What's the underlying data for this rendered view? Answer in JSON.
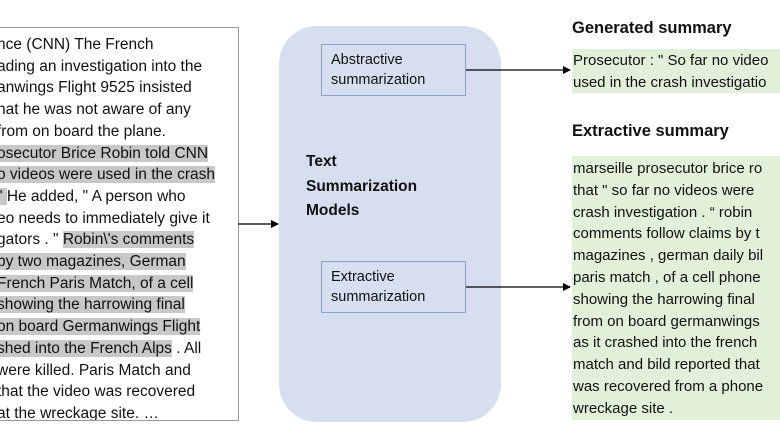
{
  "source_text": {
    "lines": [
      {
        "segments": [
          {
            "t": "nce (CNN) The French",
            "hl": false
          }
        ]
      },
      {
        "segments": [
          {
            "t": "ading  an investigation into the",
            "hl": false
          }
        ]
      },
      {
        "segments": [
          {
            "t": "anwings  Flight  9525 insisted",
            "hl": false
          }
        ]
      },
      {
        "segments": [
          {
            "t": "hat he was not aware of any",
            "hl": false
          }
        ]
      },
      {
        "segments": [
          {
            "t": " from on board the plane.",
            "hl": false
          }
        ]
      },
      {
        "segments": [
          {
            "t": "osecutor Brice Robin told CNN",
            "hl": true
          }
        ]
      },
      {
        "segments": [
          {
            "t": "o videos were used in the crash",
            "hl": true
          }
        ]
      },
      {
        "segments": [
          {
            "t": " \" ",
            "hl": true
          },
          {
            "t": "He added, \" A person who",
            "hl": false
          }
        ]
      },
      {
        "segments": [
          {
            "t": "eo needs to immediately give it",
            "hl": false
          }
        ]
      },
      {
        "segments": [
          {
            "t": "gators . \" ",
            "hl": false
          },
          {
            "t": "Robin\\'s comments",
            "hl": true
          }
        ]
      },
      {
        "segments": [
          {
            "t": "by two magazines,  German",
            "hl": true
          }
        ]
      },
      {
        "segments": [
          {
            "t": "French  Paris Match, of a cell",
            "hl": true
          }
        ]
      },
      {
        "segments": [
          {
            "t": "showing the harrowing final",
            "hl": true
          }
        ]
      },
      {
        "segments": [
          {
            "t": " on board Germanwings  Flight",
            "hl": true
          }
        ]
      },
      {
        "segments": [
          {
            "t": "shed into the French  Alps",
            "hl": true
          },
          {
            "t": " . All",
            "hl": false
          }
        ]
      },
      {
        "segments": [
          {
            "t": " were killed.  Paris Match and",
            "hl": false
          }
        ]
      },
      {
        "segments": [
          {
            "t": "that the video was recovered",
            "hl": false
          }
        ]
      },
      {
        "segments": [
          {
            "t": " at the wreckage site. …",
            "hl": false
          }
        ]
      }
    ]
  },
  "model": {
    "title_lines": [
      "Text",
      "Summarization",
      "Models"
    ],
    "abstractive_lines": [
      "Abstractive",
      "summarization"
    ],
    "extractive_lines": [
      "Extractive",
      "summarization"
    ]
  },
  "generated": {
    "heading": "Generated summary",
    "lines": [
      "Prosecutor : \" So far no video",
      "used in the crash investigatio"
    ]
  },
  "extractive": {
    "heading": "Extractive summary",
    "lines": [
      "marseille prosecutor brice ro",
      "that \" so far no videos were",
      "crash investigation . “ robin ",
      "comments follow claims by t",
      "magazines , german daily bil",
      "paris match , of a cell phone",
      "showing the harrowing final",
      "from on board germanwings",
      "as it crashed into the french",
      "match and bild reported that",
      "was recovered from a phone",
      "wreckage site ."
    ]
  },
  "colors": {
    "model_fill": "#d6dff0",
    "summary_fill": "#e2efd9",
    "highlight": "#c8c8c8"
  }
}
